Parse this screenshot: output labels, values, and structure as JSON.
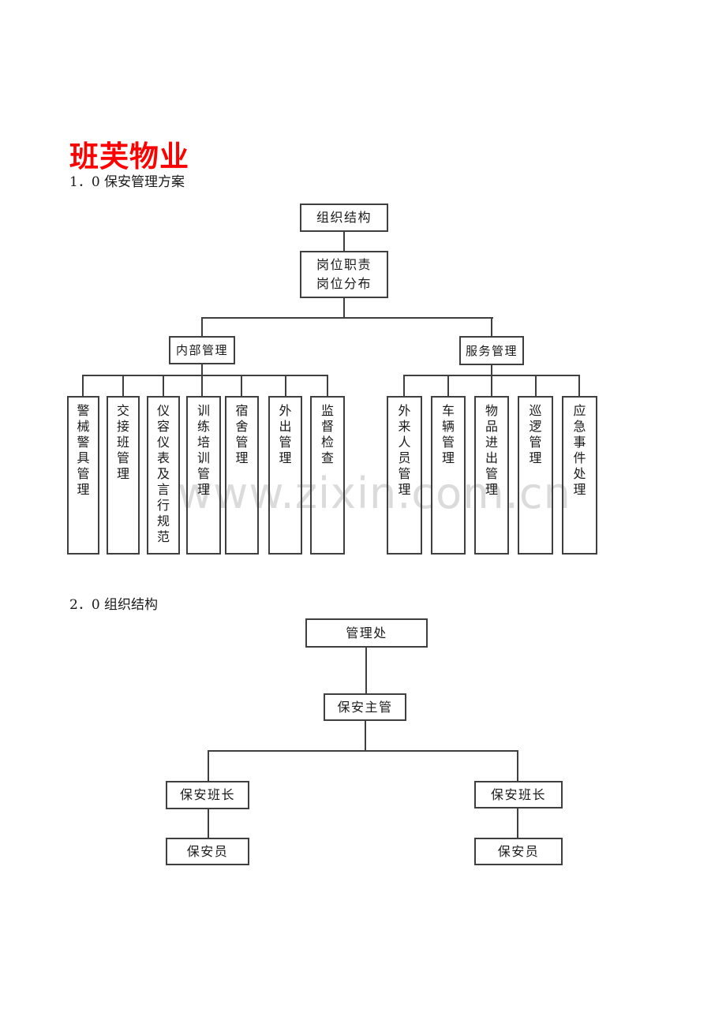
{
  "page": {
    "title": "班芙物业",
    "title_color": "#ff0000",
    "watermark": "www.zixin.com.cn",
    "watermark_color": "#dbdbdb",
    "line_color": "#3f3f3f",
    "background_color": "#ffffff"
  },
  "sections": {
    "section1": "1．0 保安管理方案",
    "section2": "2．0 组织结构"
  },
  "chart1": {
    "root_label": "组织结构",
    "level2": [
      "岗位职责",
      "岗位分布"
    ],
    "branches": [
      {
        "label": "内部管理",
        "children": [
          "警械警具管理",
          "交接班管理",
          "仪容仪表及言行规范",
          "训练培训管理",
          "宿舍管理",
          "外出管理",
          "监督检查"
        ]
      },
      {
        "label": "服务管理",
        "children": [
          "外来人员管理",
          "车辆管理",
          "物品进出管理",
          "巡逻管理",
          "应急事件处理"
        ]
      }
    ]
  },
  "chart2": {
    "root_label": "管理处",
    "supervisor_label": "保安主管",
    "left_leader_label": "保安班长",
    "right_leader_label": "保安班长",
    "left_member_label": "保安员",
    "right_member_label": "保安员"
  }
}
